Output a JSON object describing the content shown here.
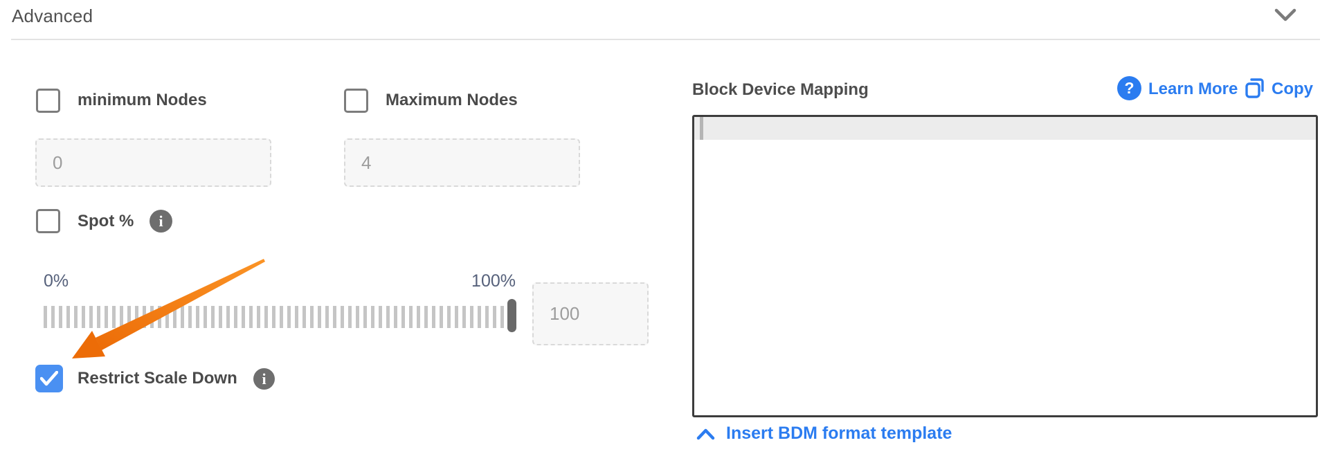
{
  "header": {
    "title": "Advanced",
    "collapse_icon": "chevron-down"
  },
  "colors": {
    "accent_blue": "#2b7cf0",
    "checkbox_checked_blue": "#4a90f2",
    "arrow_orange": "#f2730d",
    "label_gray": "#4a4a4a",
    "slider_label_gray_blue": "#56617b",
    "editor_border": "#3c3c3c"
  },
  "form": {
    "min_nodes": {
      "label": "minimum Nodes",
      "checked": false,
      "value": "0"
    },
    "max_nodes": {
      "label": "Maximum Nodes",
      "checked": false,
      "value": "4"
    },
    "spot": {
      "label": "Spot %",
      "checked": false,
      "info_glyph": "i"
    },
    "slider": {
      "min_label": "0%",
      "max_label": "100%",
      "value": "100"
    },
    "restrict_scale_down": {
      "label": "Restrict Scale Down",
      "checked": true,
      "info_glyph": "i"
    }
  },
  "bdm": {
    "title": "Block Device Mapping",
    "learn_more_label": "Learn More",
    "learn_more_glyph": "?",
    "copy_label": "Copy",
    "editor_value": "",
    "insert_template_label": "Insert BDM format template"
  }
}
